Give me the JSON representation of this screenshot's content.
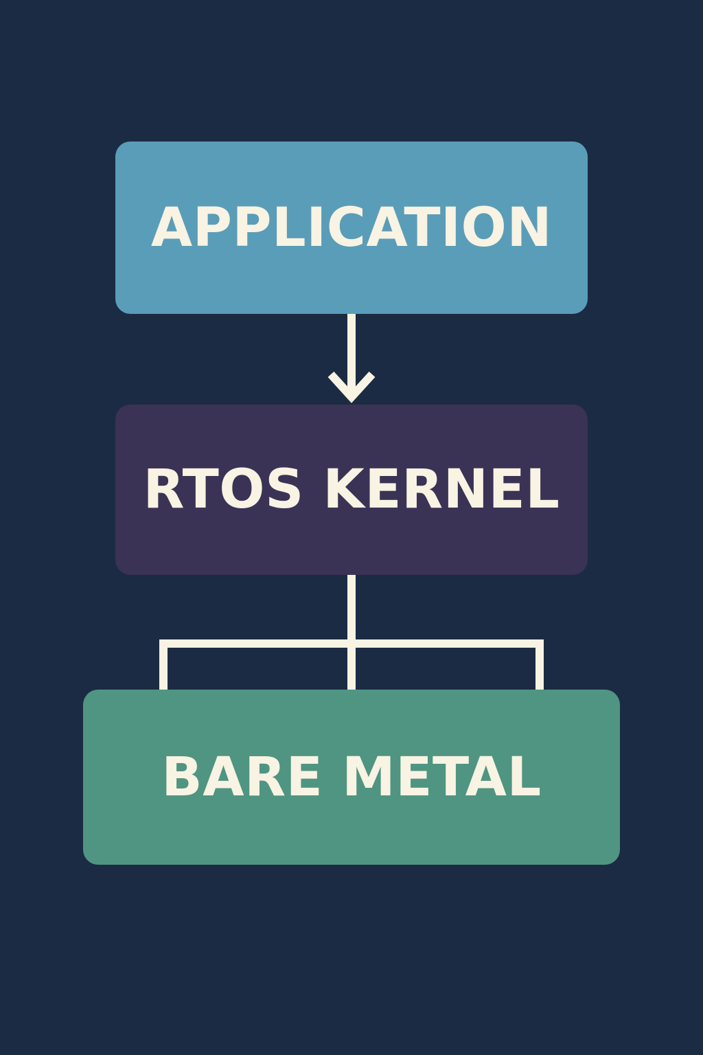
{
  "diagram": {
    "background_color": "#1b2b43",
    "line_color": "#f8f3e3",
    "text_color": "#f8f3e3",
    "layers": [
      {
        "label": "APPLICATION",
        "color": "#5a9db8"
      },
      {
        "label": "RTOS KERNEL",
        "color": "#3a3355"
      },
      {
        "label": "BARE METAL",
        "color": "#4f9581"
      }
    ],
    "connectors": [
      {
        "from": "APPLICATION",
        "to": "RTOS KERNEL",
        "style": "arrow"
      },
      {
        "from": "RTOS KERNEL",
        "to": "BARE METAL",
        "style": "branch",
        "branches": 3
      }
    ]
  }
}
